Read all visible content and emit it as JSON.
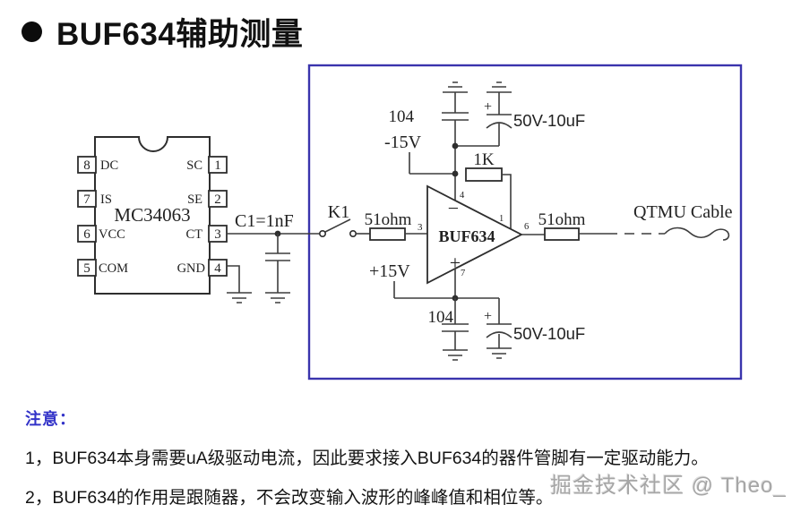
{
  "title": {
    "bullet": "●",
    "text": "BUF634辅助测量"
  },
  "schematic": {
    "chip": {
      "name": "MC34063",
      "left_pins": [
        {
          "num": "8",
          "label": "DC"
        },
        {
          "num": "7",
          "label": "IS"
        },
        {
          "num": "6",
          "label": "VCC"
        },
        {
          "num": "5",
          "label": "COM"
        }
      ],
      "right_pins": [
        {
          "num": "1",
          "label": "SC"
        },
        {
          "num": "2",
          "label": "SE"
        },
        {
          "num": "3",
          "label": "CT"
        },
        {
          "num": "4",
          "label": "GND"
        }
      ]
    },
    "buffer": {
      "name": "BUF634",
      "minus": "−",
      "plus": "+",
      "pin_top": "4",
      "pin_in": "3",
      "pin_fb": "1",
      "pin_out": "6",
      "pin_bottom": "7"
    },
    "labels": {
      "c1": "C1=1nF",
      "k1": "K1",
      "r_in": "51ohm",
      "r_out": "51ohm",
      "r_fb": "1K",
      "v_neg": "-15V",
      "v_pos": "+15V",
      "cap_ceramic_top": "104",
      "cap_elec_top": "50V-10uF",
      "cap_elec_top_plus": "+",
      "cap_ceramic_bot": "104",
      "cap_elec_bot": "50V-10uF",
      "cap_elec_bot_plus": "+",
      "cable": "QTMU Cable"
    }
  },
  "notes": {
    "heading": "注意：",
    "line1": "1，BUF634本身需要uA级驱动电流，因此要求接入BUF634的器件管脚有一定驱动能力。",
    "line2": "2，BUF634的作用是跟随器，不会改变输入波形的峰峰值和相位等。"
  },
  "watermark": "掘金技术社区 @ Theo_",
  "colors": {
    "box_border": "#3a34ad",
    "buffer_text": "#1f1fd6",
    "chip_watermark_text": "#c6c6c6",
    "note_heading": "#3232c8"
  }
}
